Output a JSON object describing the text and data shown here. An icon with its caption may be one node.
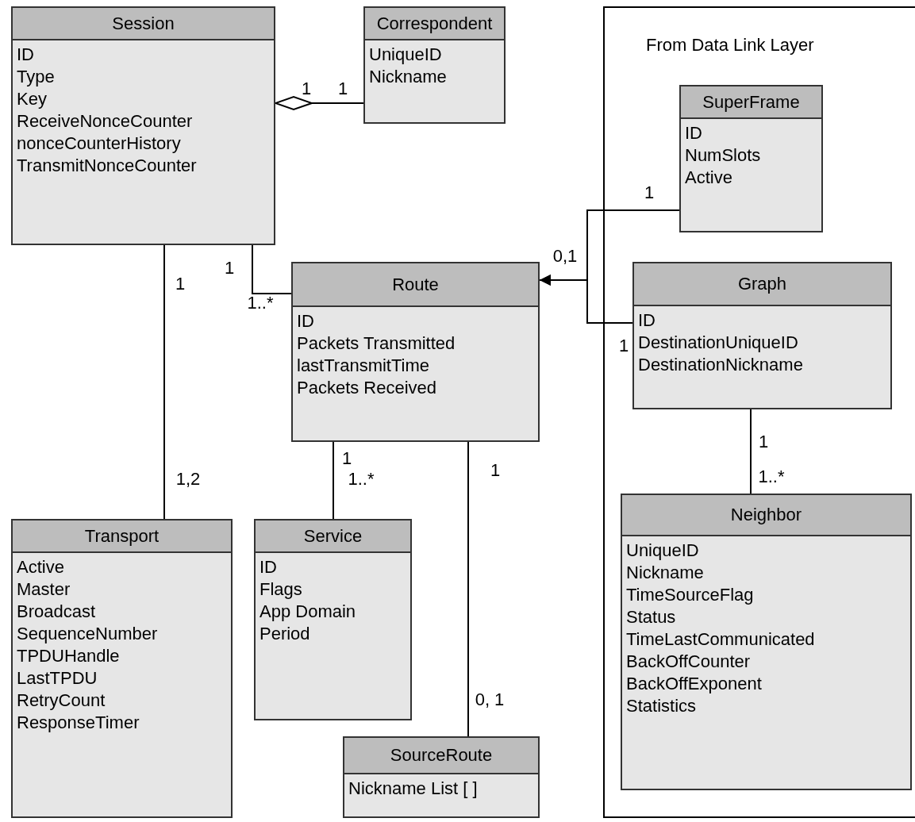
{
  "diagram": {
    "nodes": [
      {
        "text": [
          "Session",
          "ID",
          "Type",
          "Key",
          "ReceiveNonceCounter",
          "nonceCounterHistory",
          "TransmitNonceCounter"
        ]
      },
      {
        "text": [
          "Correspondent",
          "UniqueID",
          "Nickname"
        ]
      },
      {
        "text": [
          "From Data Link Layer"
        ]
      },
      {
        "text": [
          "SuperFrame",
          "ID",
          "NumSlots",
          "Active"
        ],
        "in": 2
      },
      {
        "text": [
          "Route",
          "ID",
          "Packets Transmitted",
          "lastTransmitTime",
          "Packets Received"
        ]
      },
      {
        "text": [
          "Graph",
          "ID",
          "DestinationUniqueID",
          "DestinationNickname"
        ],
        "in": 2
      },
      {
        "text": [
          "Transport",
          "Active",
          "Master",
          "Broadcast",
          "SequenceNumber",
          "TPDUHandle",
          "LastTPDU",
          "RetryCount",
          "ResponseTimer"
        ]
      },
      {
        "text": [
          "Service",
          "ID",
          "Flags",
          "App Domain",
          "Period"
        ]
      },
      {
        "text": [
          "Neighbor",
          "UniqueID",
          "Nickname",
          "TimeSourceFlag",
          "Status",
          "TimeLastCommunicated",
          "BackOffCounter",
          "BackOffExponent",
          "Statistics"
        ],
        "in": 2
      },
      {
        "text": [
          "SourceRoute",
          "Nickname List [ ]"
        ]
      }
    ],
    "edges": [
      {
        "from": 1,
        "to": 0,
        "arrow": "other"
      },
      {
        "from": 0,
        "to": 4,
        "arrow": "none"
      },
      {
        "from": 0,
        "to": 6,
        "arrow": "none"
      },
      {
        "from": 4,
        "to": 7,
        "arrow": "none"
      },
      {
        "from": 4,
        "to": 9,
        "arrow": "none"
      },
      {
        "from": 3,
        "to": 4,
        "arrow": "to"
      },
      {
        "from": 5,
        "to": 4,
        "arrow": "to"
      },
      {
        "from": 5,
        "to": 8,
        "arrow": "none"
      }
    ],
    "labels": [
      "1",
      "1",
      "1",
      "1",
      "0,1",
      "1",
      "1..*",
      "1",
      "1",
      "1",
      "1",
      "1..*",
      "1,2",
      "1..*",
      "0, 1"
    ]
  }
}
